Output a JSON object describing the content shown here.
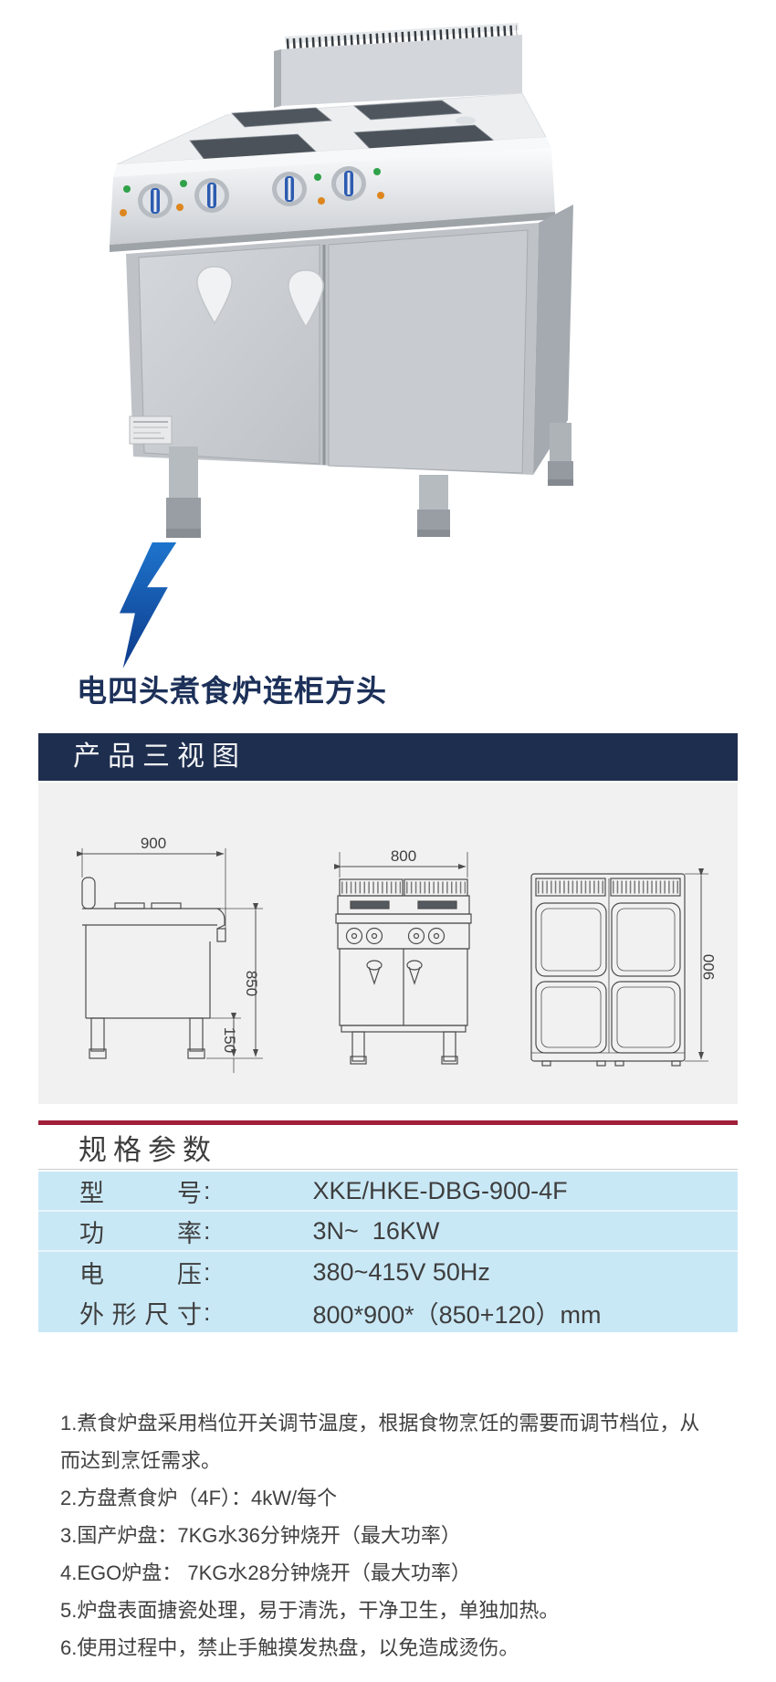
{
  "product": {
    "title": "电四头煮食炉连柜方头"
  },
  "banner": {
    "label": "产品三视图"
  },
  "drawings": {
    "side_view": {
      "top_dim": "900",
      "height_dim": "850",
      "leg_dim": "150"
    },
    "front_view": {
      "top_dim": "800"
    },
    "top_view": {
      "side_dim": "900"
    }
  },
  "specs": {
    "heading": "规格参数",
    "colon": ":",
    "rows": [
      {
        "label": "型 号",
        "value": "XKE/HKE-DBG-900-4F"
      },
      {
        "label": "功 率",
        "value": "3N~  16KW"
      },
      {
        "label": "电 压",
        "value": "380~415V 50Hz"
      },
      {
        "label": "外形尺寸",
        "value": "800*900*（850+120）mm"
      }
    ]
  },
  "notes": [
    "1.煮食炉盘采用档位开关调节温度，根据食物烹饪的需要而调节档位，从而达到烹饪需求。",
    "2.方盘煮食炉（4F）：4kW/每个",
    "3.国产炉盘：7KG水36分钟烧开（最大功率）",
    "4.EGO炉盘： 7KG水28分钟烧开（最大功率）",
    "5.炉盘表面搪瓷处理，易于清洗，干净卫生，单独加热。",
    "6.使用过程中，禁止手触摸发热盘，以免造成烫伤。"
  ],
  "colors": {
    "banner_navy": "#1e2e4f",
    "title_navy": "#1c3059",
    "divider_red": "#a01f38",
    "table_blue": "#c9e8f6",
    "panel_gray": "#f1f1f2",
    "bolt_blue_top": "#1d74cc",
    "bolt_blue_bottom": "#0e3a8a"
  }
}
